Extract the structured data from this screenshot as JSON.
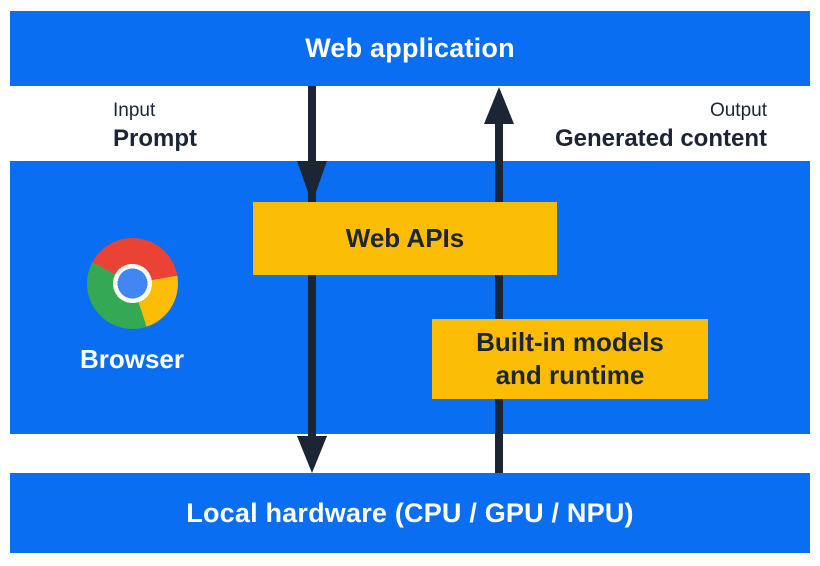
{
  "colors": {
    "blue": "#0a6ef2",
    "yellow": "#fbbc04",
    "navy": "#1b2534",
    "chrome_red": "#ea4335",
    "chrome_green": "#34a853",
    "chrome_yellow": "#fbbc05",
    "chrome_blue": "#4285f4"
  },
  "diagram": {
    "web_application": {
      "label": "Web application"
    },
    "input": {
      "caption": "Input",
      "label": "Prompt"
    },
    "output": {
      "caption": "Output",
      "label": "Generated content"
    },
    "browser": {
      "label": "Browser",
      "icon": "chrome-icon"
    },
    "web_apis": {
      "label": "Web APIs"
    },
    "builtin_models": {
      "label_line1": "Built-in models",
      "label_line2": "and runtime"
    },
    "local_hardware": {
      "label": "Local hardware (CPU / GPU / NPU)"
    },
    "arrows": [
      {
        "name": "input-flow",
        "direction": "down",
        "from": "Web application",
        "through": "Web APIs",
        "to": "Local hardware (CPU / GPU / NPU)"
      },
      {
        "name": "output-flow",
        "direction": "up",
        "from": "Local hardware (CPU / GPU / NPU)",
        "through": "Built-in models and runtime",
        "to": "Web application"
      }
    ]
  }
}
